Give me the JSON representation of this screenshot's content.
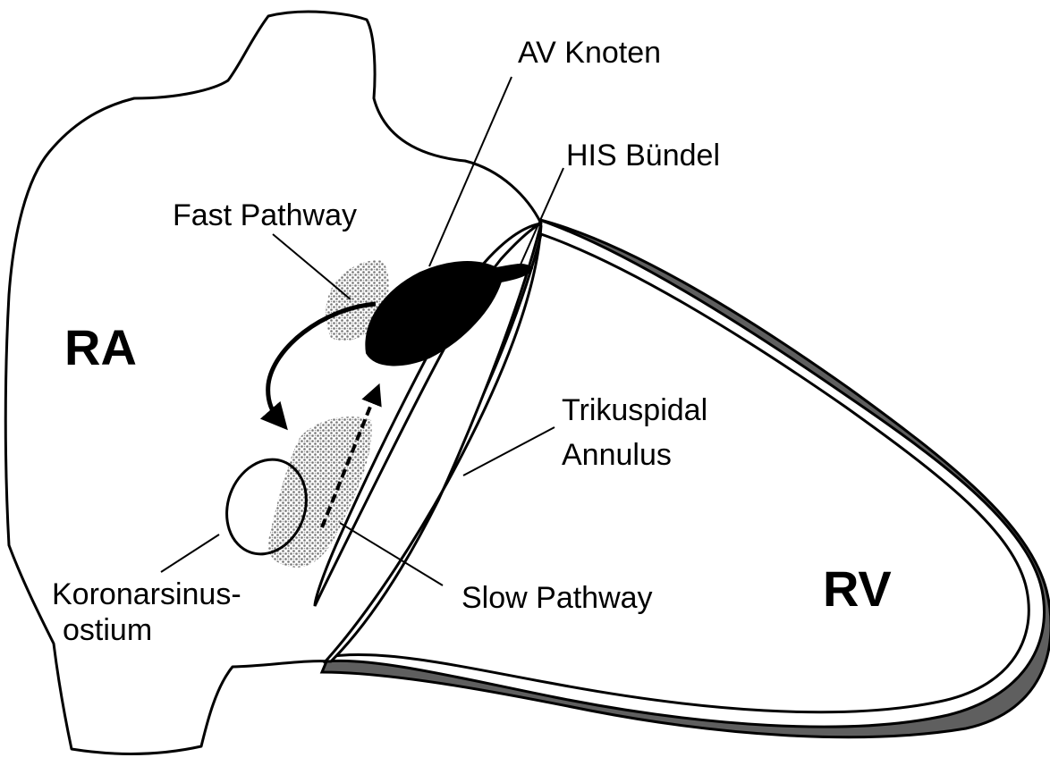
{
  "labels": {
    "av_node": "AV Knoten",
    "his_bundle": "HIS Bündel",
    "fast_pathway": "Fast Pathway",
    "ra": "RA",
    "rv": "RV",
    "tricuspid_line1": "Trikuspidal",
    "tricuspid_line2": "Annulus",
    "cs_ostium_line1": "Koronarsinus-",
    "cs_ostium_line2": "ostium",
    "slow_pathway": "Slow Pathway"
  },
  "colors": {
    "ventricle_wall": "#5f5f5f",
    "pathway_stipple": "#8a8a8a",
    "ink": "#000000",
    "background": "#ffffff"
  }
}
